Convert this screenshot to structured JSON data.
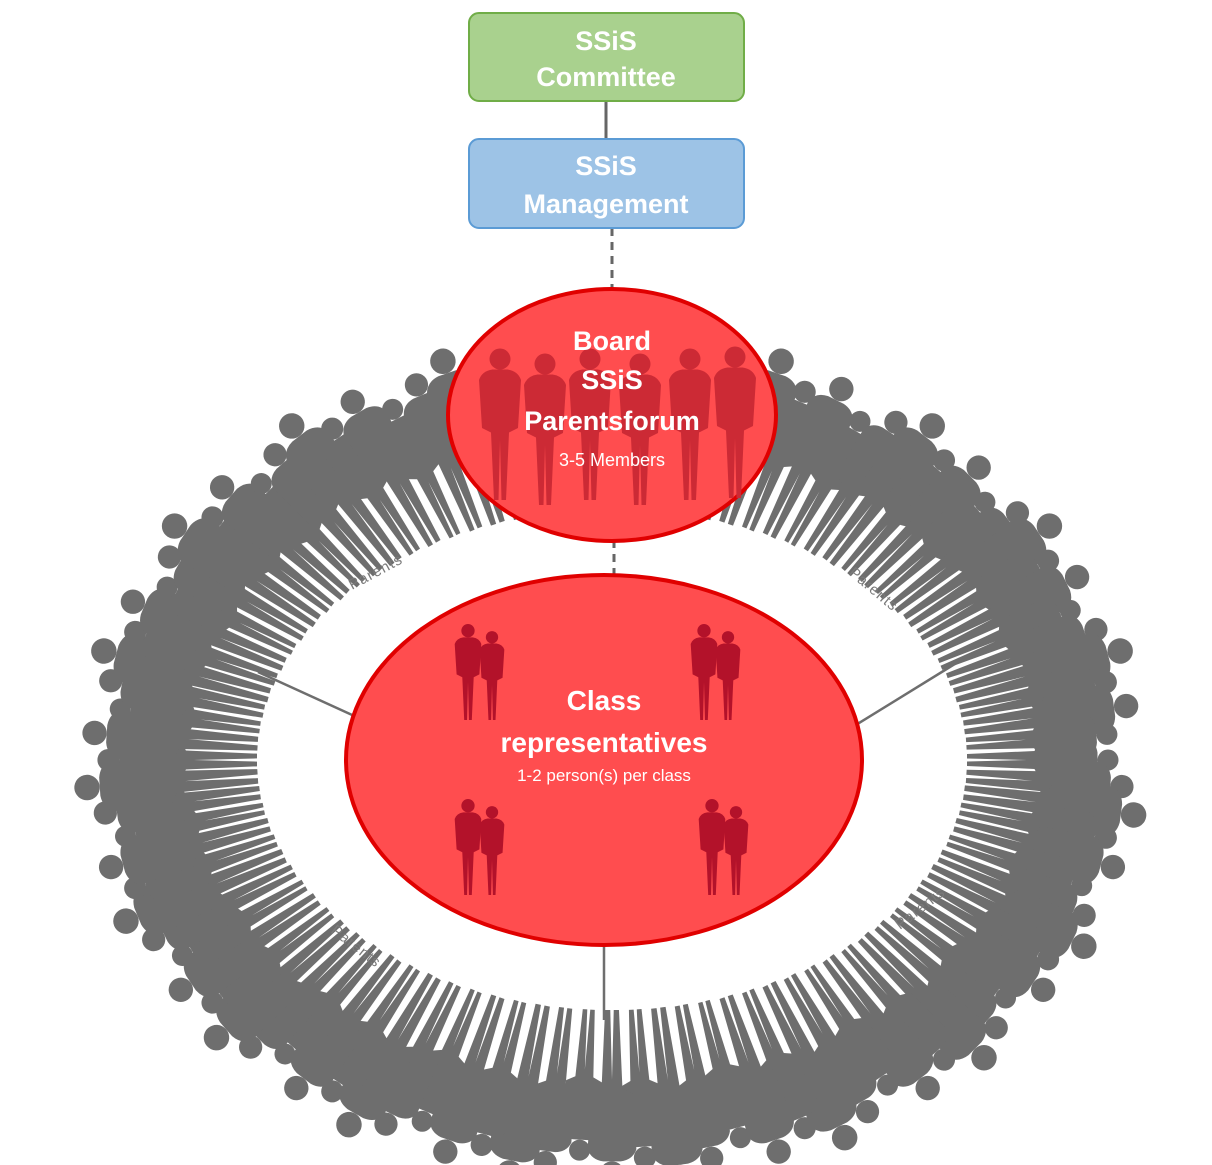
{
  "committee": {
    "line1": "SSiS",
    "line2": "Committee"
  },
  "management": {
    "line1": "SSiS",
    "line2": "Management"
  },
  "board": {
    "line1": "Board",
    "line2": "SSiS",
    "line3": "Parentsforum",
    "members": "3-5 Members"
  },
  "class_reps": {
    "line1": "Class",
    "line2": "representatives",
    "sub": "1-2 person(s) per class"
  },
  "parents_labels": [
    "Parents",
    "Parents",
    "Parents",
    "Parents"
  ],
  "colors": {
    "committee_fill": "#a9d18e",
    "committee_stroke": "#70ad47",
    "management_fill": "#9dc3e6",
    "management_stroke": "#5b9bd5",
    "circle_fill": "#ff4d4f",
    "circle_stroke": "#e00000",
    "silhouette": "#6e6e6e",
    "inner_silhouette": "#b3122a",
    "connector": "#666666"
  }
}
